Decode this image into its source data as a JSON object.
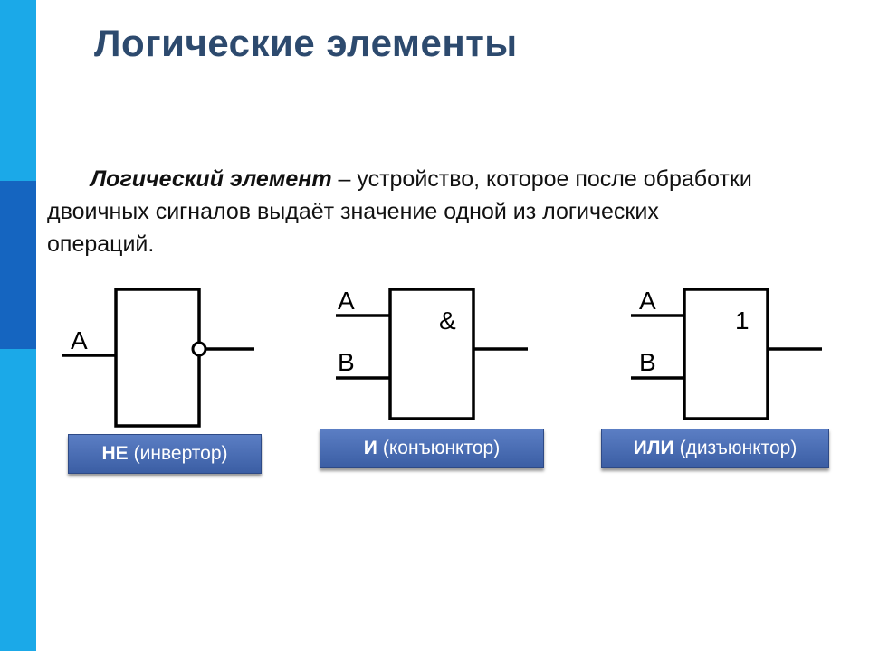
{
  "title": "Логические элементы",
  "definition": {
    "term": "Логический элемент",
    "text": " – устройство, которое после обработки двоичных сигналов выдаёт значение одной из логических операций."
  },
  "gates": [
    {
      "name": "not",
      "inputs": [
        "A"
      ],
      "symbol": "",
      "label_bold": "НЕ",
      "label_rest": "(инвертор)"
    },
    {
      "name": "and",
      "inputs": [
        "A",
        "B"
      ],
      "symbol": "&",
      "label_bold": "И",
      "label_rest": "(конъюнктор)"
    },
    {
      "name": "or",
      "inputs": [
        "A",
        "B"
      ],
      "symbol": "1",
      "label_bold": "ИЛИ",
      "label_rest": "(дизъюнктор)"
    }
  ],
  "colors": {
    "sidebar": "#1ba9e8",
    "sidebar_accent": "#1565c0",
    "title": "#2d4a6e",
    "badge": "#4a6db4"
  }
}
